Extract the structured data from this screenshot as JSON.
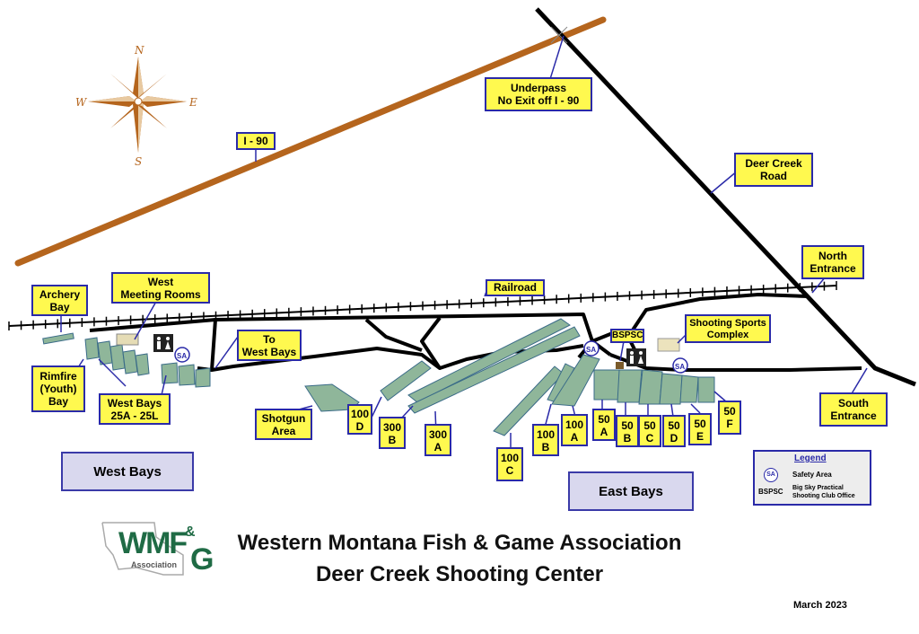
{
  "labels": {
    "i90": "I - 90",
    "underpass": "Underpass\nNo Exit off I - 90",
    "deer_creek_road": "Deer Creek\nRoad",
    "north_entrance": "North\nEntrance",
    "south_entrance": "South\nEntrance",
    "railroad": "Railroad",
    "archery_bay": "Archery\nBay",
    "west_meeting_rooms": "West\nMeeting Rooms",
    "to_west_bays": "To\nWest Bays",
    "rimfire": "Rimfire\n(Youth)\nBay",
    "west_bays_25": "West Bays\n25A - 25L",
    "shotgun_area": "Shotgun\nArea",
    "shooting_sports_complex": "Shooting Sports\nComplex",
    "bspsc": "BSPSC",
    "r100d": "100\nD",
    "r300b": "300\nB",
    "r300a": "300\nA",
    "r100c": "100\nC",
    "r100b": "100\nB",
    "r100a": "100\nA",
    "r50a": "50\nA",
    "r50b": "50\nB",
    "r50c": "50\nC",
    "r50d": "50\nD",
    "r50e": "50\nE",
    "r50f": "50\nF"
  },
  "areas": {
    "west_bays": "West Bays",
    "east_bays": "East Bays"
  },
  "compass": {
    "n": "N",
    "s": "S",
    "e": "E",
    "w": "W"
  },
  "legend": {
    "title": "Legend",
    "sa_symbol": "SA",
    "sa_text": "Safety Area",
    "bspsc_symbol": "BSPSC",
    "bspsc_text": "Big Sky Practical\nShooting Club Office"
  },
  "title_line1": "Western Montana Fish & Game Association",
  "title_line2": "Deer Creek Shooting Center",
  "date": "March 2023",
  "logo": {
    "main": "WMF",
    "amp": "&",
    "g": "G",
    "sub": "Association"
  },
  "colors": {
    "highway": "#b5651d",
    "road": "#000000",
    "range": "#8fb69a",
    "label_bg": "#fff94f",
    "label_border": "#2a2aa8"
  }
}
